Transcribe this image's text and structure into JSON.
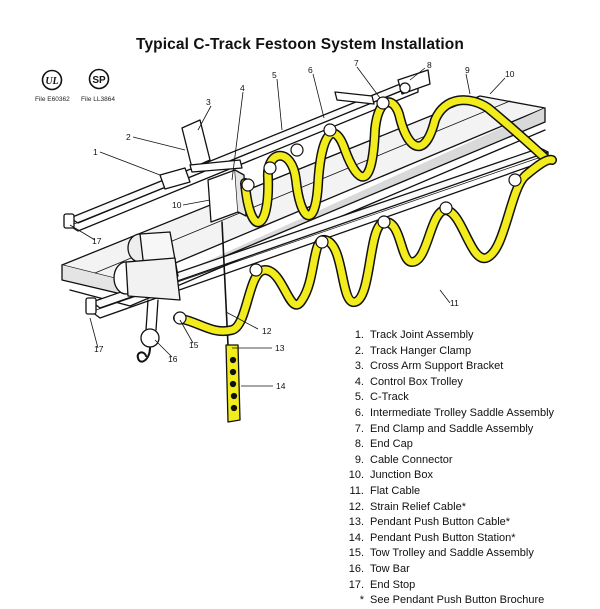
{
  "title": "Typical C-Track Festoon System Installation",
  "certifications": {
    "ul": {
      "file": "File E60362",
      "mark": "UL"
    },
    "csa": {
      "file": "File LL3864",
      "mark": "SP"
    }
  },
  "callout_numbers": [
    "1",
    "2",
    "3",
    "4",
    "5",
    "6",
    "7",
    "8",
    "9",
    "10",
    "10",
    "11",
    "12",
    "13",
    "14",
    "15",
    "16",
    "17",
    "17"
  ],
  "legend": [
    {
      "num": "1.",
      "label": "Track Joint Assembly"
    },
    {
      "num": "2.",
      "label": "Track Hanger Clamp"
    },
    {
      "num": "3.",
      "label": "Cross Arm Support Bracket"
    },
    {
      "num": "4.",
      "label": "Control Box Trolley"
    },
    {
      "num": "5.",
      "label": "C-Track"
    },
    {
      "num": "6.",
      "label": "Intermediate Trolley Saddle Assembly"
    },
    {
      "num": "7.",
      "label": "End Clamp and Saddle Assembly"
    },
    {
      "num": "8.",
      "label": "End Cap"
    },
    {
      "num": "9.",
      "label": "Cable Connector"
    },
    {
      "num": "10.",
      "label": "Junction Box"
    },
    {
      "num": "11.",
      "label": "Flat Cable"
    },
    {
      "num": "12.",
      "label": "Strain Relief Cable*"
    },
    {
      "num": "13.",
      "label": "Pendant Push Button Cable*"
    },
    {
      "num": "14.",
      "label": "Pendant Push Button Station*"
    },
    {
      "num": "15.",
      "label": "Tow Trolley and Saddle Assembly"
    },
    {
      "num": "16.",
      "label": "Tow Bar"
    },
    {
      "num": "17.",
      "label": "End Stop"
    },
    {
      "num": "*",
      "label": "See Pendant Push Button Brochure"
    }
  ],
  "colors": {
    "cable": "#f2ec1c",
    "outline": "#111111",
    "beam_shade": "#d9d9d9"
  }
}
